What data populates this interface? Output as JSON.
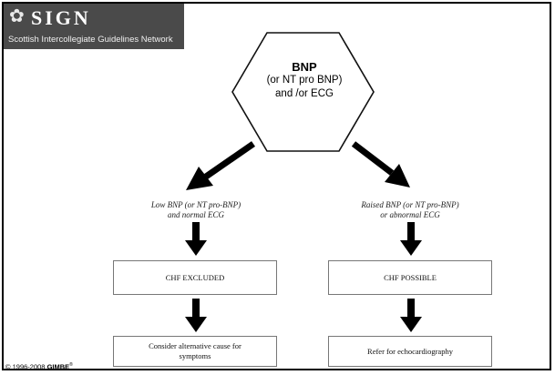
{
  "logo": {
    "mark": "✿",
    "title": "SIGN",
    "subtitle": "Scottish Intercollegiate Guidelines Network"
  },
  "start": {
    "title": "BNP",
    "line2": "(or NT pro BNP)",
    "line3": "and /or ECG"
  },
  "left_branch": {
    "condition_line1": "Low BNP (or NT pro-BNP)",
    "condition_line2": "and normal ECG",
    "result": "CHF EXCLUDED",
    "action_line1": "Consider alternative cause for",
    "action_line2": "symptoms"
  },
  "right_branch": {
    "condition_line1": "Raised BNP (or NT pro-BNP)",
    "condition_line2": "or abnormal ECG",
    "result": "CHF POSSIBLE",
    "action": "Refer for echocardiography"
  },
  "footer": {
    "years": "© 1996-2008",
    "brand": "GIMBE",
    "mark": "®"
  }
}
